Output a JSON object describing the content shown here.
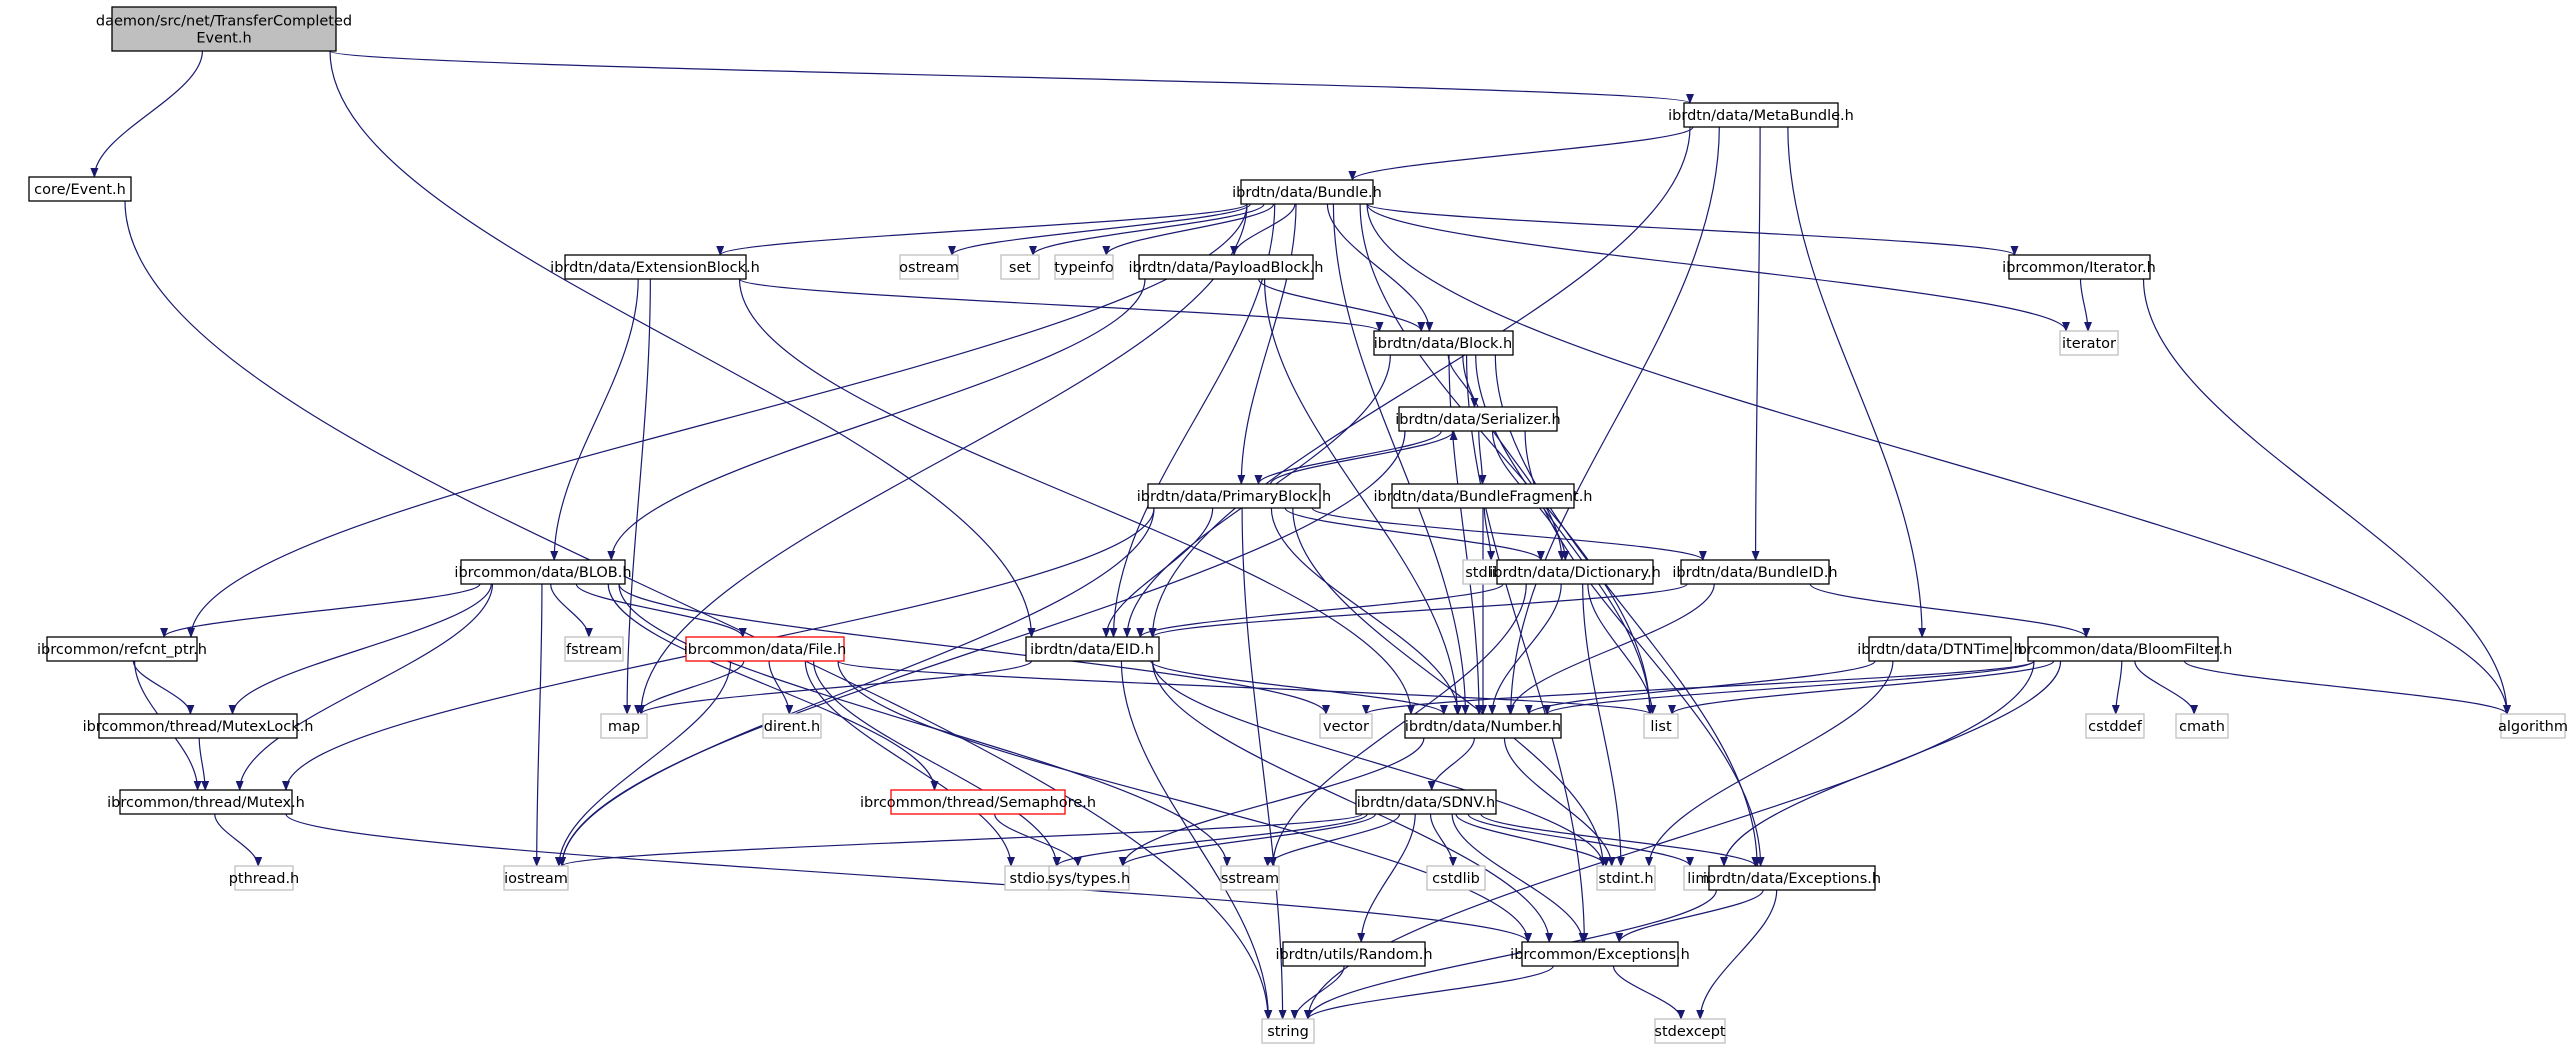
{
  "graph": {
    "nodes": [
      {
        "id": "root",
        "lines": [
          "daemon/src/net/TransferCompleted",
          "Event.h"
        ],
        "kind": "root"
      },
      {
        "id": "metabundle",
        "lines": [
          "ibrdtn/data/MetaBundle.h"
        ],
        "kind": "header"
      },
      {
        "id": "coreevent",
        "lines": [
          "core/Event.h"
        ],
        "kind": "header"
      },
      {
        "id": "bundle",
        "lines": [
          "ibrdtn/data/Bundle.h"
        ],
        "kind": "header"
      },
      {
        "id": "extblock",
        "lines": [
          "ibrdtn/data/ExtensionBlock.h"
        ],
        "kind": "header"
      },
      {
        "id": "ostream",
        "lines": [
          "ostream"
        ],
        "kind": "system"
      },
      {
        "id": "set",
        "lines": [
          "set"
        ],
        "kind": "system"
      },
      {
        "id": "typeinfo",
        "lines": [
          "typeinfo"
        ],
        "kind": "system"
      },
      {
        "id": "payload",
        "lines": [
          "ibrdtn/data/PayloadBlock.h"
        ],
        "kind": "header"
      },
      {
        "id": "iteratorh",
        "lines": [
          "ibrcommon/Iterator.h"
        ],
        "kind": "header"
      },
      {
        "id": "iterator",
        "lines": [
          "iterator"
        ],
        "kind": "system"
      },
      {
        "id": "block",
        "lines": [
          "ibrdtn/data/Block.h"
        ],
        "kind": "header"
      },
      {
        "id": "serializer",
        "lines": [
          "ibrdtn/data/Serializer.h"
        ],
        "kind": "header"
      },
      {
        "id": "primary",
        "lines": [
          "ibrdtn/data/PrimaryBlock.h"
        ],
        "kind": "header"
      },
      {
        "id": "fragment",
        "lines": [
          "ibrdtn/data/BundleFragment.h"
        ],
        "kind": "header"
      },
      {
        "id": "stdlib",
        "lines": [
          "stdlib.h"
        ],
        "kind": "system"
      },
      {
        "id": "blob",
        "lines": [
          "ibrcommon/data/BLOB.h"
        ],
        "kind": "header"
      },
      {
        "id": "dictionary",
        "lines": [
          "ibrdtn/data/Dictionary.h"
        ],
        "kind": "header"
      },
      {
        "id": "bundleid",
        "lines": [
          "ibrdtn/data/BundleID.h"
        ],
        "kind": "header"
      },
      {
        "id": "fstream",
        "lines": [
          "fstream"
        ],
        "kind": "system"
      },
      {
        "id": "refcnt",
        "lines": [
          "ibrcommon/refcnt_ptr.h"
        ],
        "kind": "header"
      },
      {
        "id": "file",
        "lines": [
          "ibrcommon/data/File.h"
        ],
        "kind": "truncated"
      },
      {
        "id": "eid",
        "lines": [
          "ibrdtn/data/EID.h"
        ],
        "kind": "header"
      },
      {
        "id": "dtntime",
        "lines": [
          "ibrdtn/data/DTNTime.h"
        ],
        "kind": "header"
      },
      {
        "id": "bloom",
        "lines": [
          "ibrcommon/data/BloomFilter.h"
        ],
        "kind": "header"
      },
      {
        "id": "mutexlock",
        "lines": [
          "ibrcommon/thread/MutexLock.h"
        ],
        "kind": "header"
      },
      {
        "id": "map",
        "lines": [
          "map"
        ],
        "kind": "system"
      },
      {
        "id": "dirent",
        "lines": [
          "dirent.h"
        ],
        "kind": "system"
      },
      {
        "id": "vector",
        "lines": [
          "vector"
        ],
        "kind": "system"
      },
      {
        "id": "number",
        "lines": [
          "ibrdtn/data/Number.h"
        ],
        "kind": "header"
      },
      {
        "id": "list",
        "lines": [
          "list"
        ],
        "kind": "system"
      },
      {
        "id": "cstddef",
        "lines": [
          "cstddef"
        ],
        "kind": "system"
      },
      {
        "id": "cmath",
        "lines": [
          "cmath"
        ],
        "kind": "system"
      },
      {
        "id": "algorithm",
        "lines": [
          "algorithm"
        ],
        "kind": "system"
      },
      {
        "id": "mutex",
        "lines": [
          "ibrcommon/thread/Mutex.h"
        ],
        "kind": "header"
      },
      {
        "id": "semaphore",
        "lines": [
          "ibrcommon/thread/Semaphore.h"
        ],
        "kind": "truncated"
      },
      {
        "id": "sdnv",
        "lines": [
          "ibrdtn/data/SDNV.h"
        ],
        "kind": "header"
      },
      {
        "id": "pthread",
        "lines": [
          "pthread.h"
        ],
        "kind": "system"
      },
      {
        "id": "iostream",
        "lines": [
          "iostream"
        ],
        "kind": "system"
      },
      {
        "id": "stdio",
        "lines": [
          "stdio.h"
        ],
        "kind": "system"
      },
      {
        "id": "systypes",
        "lines": [
          "sys/types.h"
        ],
        "kind": "system"
      },
      {
        "id": "sstream",
        "lines": [
          "sstream"
        ],
        "kind": "system"
      },
      {
        "id": "cstdlib",
        "lines": [
          "cstdlib"
        ],
        "kind": "system"
      },
      {
        "id": "stdint",
        "lines": [
          "stdint.h"
        ],
        "kind": "system"
      },
      {
        "id": "limits",
        "lines": [
          "limits"
        ],
        "kind": "system"
      },
      {
        "id": "exceptions",
        "lines": [
          "ibrdtn/data/Exceptions.h"
        ],
        "kind": "header"
      },
      {
        "id": "random",
        "lines": [
          "ibrdtn/utils/Random.h"
        ],
        "kind": "header"
      },
      {
        "id": "cexceptions",
        "lines": [
          "ibrcommon/Exceptions.h"
        ],
        "kind": "header"
      },
      {
        "id": "string",
        "lines": [
          "string"
        ],
        "kind": "system"
      },
      {
        "id": "stdexcept",
        "lines": [
          "stdexcept"
        ],
        "kind": "system"
      }
    ],
    "edges": [
      [
        "root",
        "metabundle"
      ],
      [
        "root",
        "coreevent"
      ],
      [
        "root",
        "eid"
      ],
      [
        "metabundle",
        "bundle"
      ],
      [
        "metabundle",
        "eid"
      ],
      [
        "metabundle",
        "bundleid"
      ],
      [
        "metabundle",
        "number"
      ],
      [
        "metabundle",
        "dtntime"
      ],
      [
        "coreevent",
        "string"
      ],
      [
        "bundle",
        "refcnt"
      ],
      [
        "bundle",
        "map"
      ],
      [
        "bundle",
        "extblock"
      ],
      [
        "bundle",
        "ostream"
      ],
      [
        "bundle",
        "set"
      ],
      [
        "bundle",
        "typeinfo"
      ],
      [
        "bundle",
        "payload"
      ],
      [
        "bundle",
        "block"
      ],
      [
        "bundle",
        "primary"
      ],
      [
        "bundle",
        "eid"
      ],
      [
        "bundle",
        "iteratorh"
      ],
      [
        "bundle",
        "iterator"
      ],
      [
        "bundle",
        "list"
      ],
      [
        "bundle",
        "algorithm"
      ],
      [
        "bundle",
        "number"
      ],
      [
        "extblock",
        "blob"
      ],
      [
        "extblock",
        "map"
      ],
      [
        "extblock",
        "block"
      ],
      [
        "extblock",
        "number"
      ],
      [
        "payload",
        "blob"
      ],
      [
        "payload",
        "block"
      ],
      [
        "payload",
        "number"
      ],
      [
        "iteratorh",
        "iterator"
      ],
      [
        "iteratorh",
        "algorithm"
      ],
      [
        "block",
        "serializer"
      ],
      [
        "block",
        "eid"
      ],
      [
        "block",
        "number"
      ],
      [
        "block",
        "dictionary"
      ],
      [
        "block",
        "list"
      ],
      [
        "block",
        "exceptions"
      ],
      [
        "block",
        "cexceptions"
      ],
      [
        "serializer",
        "primary"
      ],
      [
        "serializer",
        "fragment"
      ],
      [
        "serializer",
        "dictionary"
      ],
      [
        "serializer",
        "iostream"
      ],
      [
        "serializer",
        "exceptions"
      ],
      [
        "primary",
        "serializer"
      ],
      [
        "primary",
        "eid"
      ],
      [
        "primary",
        "dictionary"
      ],
      [
        "primary",
        "bundleid"
      ],
      [
        "primary",
        "number"
      ],
      [
        "primary",
        "iostream"
      ],
      [
        "primary",
        "string"
      ],
      [
        "primary",
        "mutex"
      ],
      [
        "primary",
        "stdint"
      ],
      [
        "fragment",
        "stdlib"
      ],
      [
        "fragment",
        "number"
      ],
      [
        "blob",
        "refcnt"
      ],
      [
        "blob",
        "mutexlock"
      ],
      [
        "blob",
        "mutex"
      ],
      [
        "blob",
        "file"
      ],
      [
        "blob",
        "iostream"
      ],
      [
        "blob",
        "fstream"
      ],
      [
        "blob",
        "semaphore"
      ],
      [
        "blob",
        "sstream"
      ],
      [
        "blob",
        "vector"
      ],
      [
        "dictionary",
        "eid"
      ],
      [
        "dictionary",
        "number"
      ],
      [
        "dictionary",
        "list"
      ],
      [
        "dictionary",
        "sstream"
      ],
      [
        "dictionary",
        "stdint"
      ],
      [
        "bundleid",
        "eid"
      ],
      [
        "bundleid",
        "number"
      ],
      [
        "bundleid",
        "bloom"
      ],
      [
        "refcnt",
        "mutexlock"
      ],
      [
        "refcnt",
        "mutex"
      ],
      [
        "file",
        "map"
      ],
      [
        "file",
        "dirent"
      ],
      [
        "file",
        "iostream"
      ],
      [
        "file",
        "list"
      ],
      [
        "file",
        "stdio"
      ],
      [
        "file",
        "systypes"
      ],
      [
        "file",
        "cexceptions"
      ],
      [
        "eid",
        "map"
      ],
      [
        "eid",
        "number"
      ],
      [
        "eid",
        "string"
      ],
      [
        "eid",
        "stdint"
      ],
      [
        "eid",
        "cexceptions"
      ],
      [
        "dtntime",
        "number"
      ],
      [
        "dtntime",
        "stdint"
      ],
      [
        "bloom",
        "list"
      ],
      [
        "bloom",
        "vector"
      ],
      [
        "bloom",
        "cstddef"
      ],
      [
        "bloom",
        "cmath"
      ],
      [
        "bloom",
        "algorithm"
      ],
      [
        "bloom",
        "string"
      ],
      [
        "bloom",
        "limits"
      ],
      [
        "bloom",
        "number"
      ],
      [
        "mutexlock",
        "mutex"
      ],
      [
        "mutex",
        "pthread"
      ],
      [
        "mutex",
        "cexceptions"
      ],
      [
        "semaphore",
        "systypes"
      ],
      [
        "number",
        "sdnv"
      ],
      [
        "number",
        "stdint"
      ],
      [
        "number",
        "systypes"
      ],
      [
        "sdnv",
        "iostream"
      ],
      [
        "sdnv",
        "stdio"
      ],
      [
        "sdnv",
        "systypes"
      ],
      [
        "sdnv",
        "sstream"
      ],
      [
        "sdnv",
        "cstdlib"
      ],
      [
        "sdnv",
        "stdint"
      ],
      [
        "sdnv",
        "limits"
      ],
      [
        "sdnv",
        "exceptions"
      ],
      [
        "sdnv",
        "random"
      ],
      [
        "sdnv",
        "cexceptions"
      ],
      [
        "exceptions",
        "cexceptions"
      ],
      [
        "exceptions",
        "string"
      ],
      [
        "exceptions",
        "stdexcept"
      ],
      [
        "random",
        "string"
      ],
      [
        "cexceptions",
        "string"
      ],
      [
        "cexceptions",
        "stdexcept"
      ]
    ]
  },
  "colors": {
    "edge": "#191970",
    "header_border": "#000000",
    "system_border": "#bfbfbf",
    "truncated_border": "#ff0000",
    "root_fill": "#bfbfbf",
    "text": "#000000"
  }
}
